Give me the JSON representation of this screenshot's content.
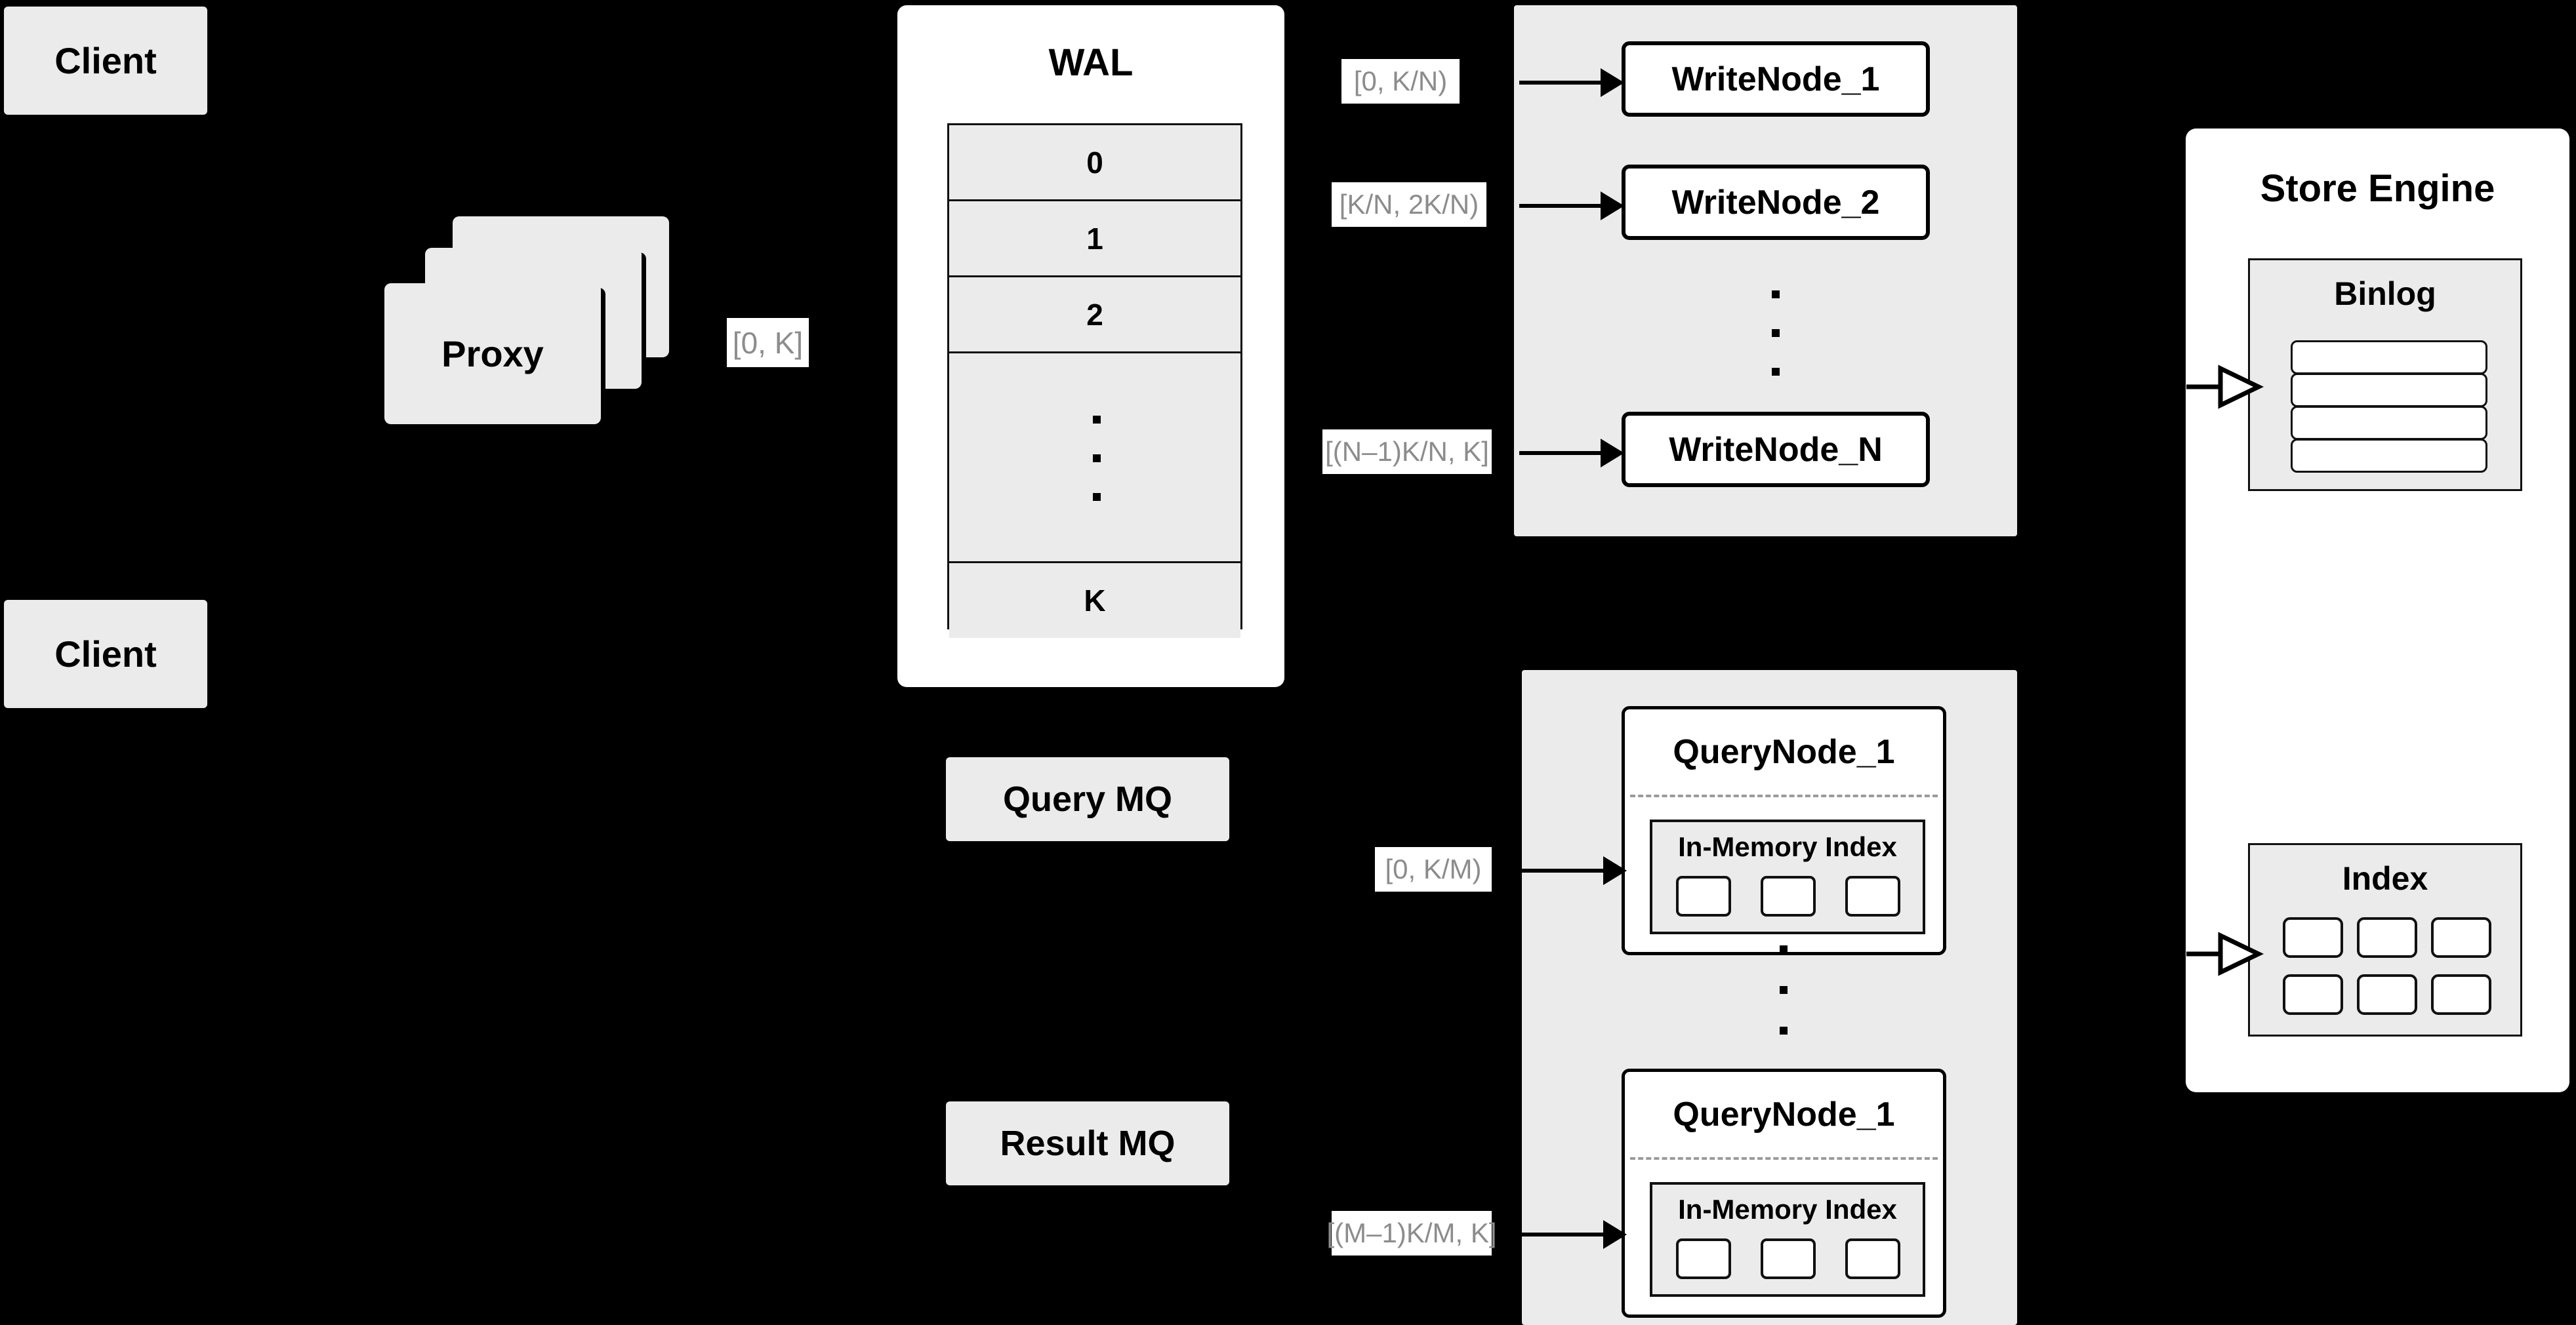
{
  "diagram": {
    "title": "Distributed Vector Database Write/Query Architecture",
    "background": "#000000",
    "panel_fill": "#ebebeb",
    "node_fill": "#ffffff",
    "label_text_color": "#8c8c8c",
    "stroke": "#000000"
  },
  "clients": [
    {
      "label": "Client"
    },
    {
      "label": "Client"
    }
  ],
  "proxy": {
    "label": "Proxy",
    "stack_count": 3
  },
  "wal": {
    "title": "WAL",
    "cells": [
      "0",
      "1",
      "2",
      "",
      "K"
    ],
    "ellipsis_cell_index": 3
  },
  "queues": {
    "query_mq": "Query MQ",
    "result_mq": "Result MQ"
  },
  "write_cluster": {
    "nodes": [
      {
        "label": "WriteNode_1"
      },
      {
        "label": "WriteNode_2"
      },
      {
        "label": "WriteNode_N"
      }
    ],
    "ellipsis": "vertical-dots"
  },
  "query_cluster": {
    "nodes": [
      {
        "label": "QueryNode_1",
        "inner_title": "In-Memory Index",
        "chip_count": 3
      },
      {
        "label": "QueryNode_1",
        "inner_title": "In-Memory Index",
        "chip_count": 3
      }
    ],
    "ellipsis": "vertical-dots"
  },
  "store_engine": {
    "title": "Store Engine",
    "binlog": {
      "title": "Binlog",
      "row_count": 4
    },
    "index": {
      "title": "Index",
      "chip_rows": 2,
      "chip_cols": 3
    }
  },
  "edge_labels": {
    "proxy_to_wal": "[0, K]",
    "wal_to_wn1": "[0,  K/N)",
    "wal_to_wn2": "[K/N, 2K/N)",
    "wal_to_wnN": "[(N–1)K/N,  K]",
    "mq_to_qn1": "[0, K/M)",
    "mq_to_qnM": "[(M–1)K/M, K]"
  }
}
